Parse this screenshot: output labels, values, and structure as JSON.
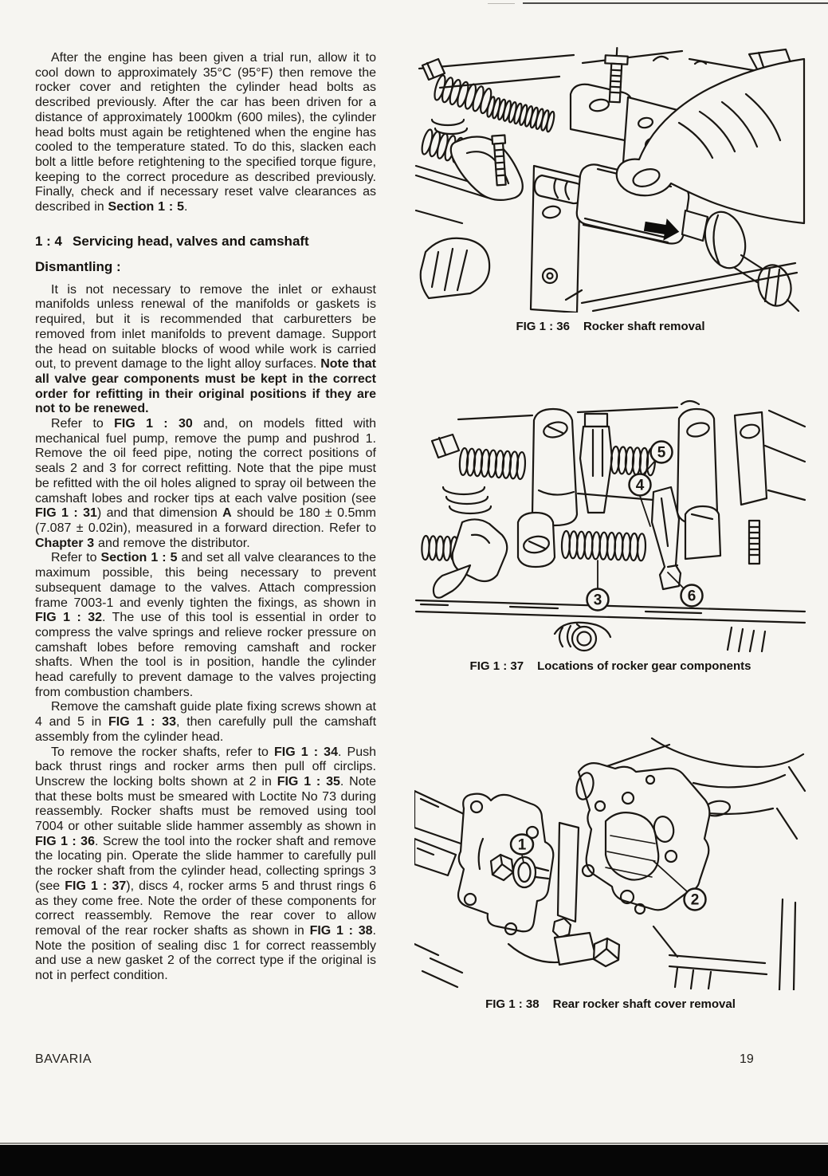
{
  "section": {
    "number": "1 : 4",
    "title": "Servicing head, valves and camshaft",
    "subtitle": "Dismantling :"
  },
  "article": {
    "paragraphs": [
      {
        "segments": [
          {
            "t": "After the engine has been given a trial run, allow it to cool down to approximately 35°C (95°F) then remove the rocker cover and retighten the cylinder head bolts as described previously. After the car has been driven for a distance of approximately 1000km (600 miles), the cylinder head bolts must again be retightened when the engine has cooled to the temperature stated. To do this, slacken each bolt a little before retightening to the specified torque figure, keeping to the correct procedure as described previously. Finally, check and if necessary reset valve clearances as described in "
          },
          {
            "t": "Section 1 : 5",
            "b": true
          },
          {
            "t": "."
          }
        ]
      },
      {
        "segments": [
          {
            "t": "It is not necessary to remove the inlet or exhaust manifolds unless renewal of the manifolds or gaskets is required, but it is recommended that carburetters be removed from inlet manifolds to prevent damage. Support the head on suitable blocks of wood while work is carried out, to prevent damage to the light alloy surfaces. "
          },
          {
            "t": "Note that all valve gear components must be kept in the correct order for refitting in their original positions if they are not to be renewed.",
            "b": true
          }
        ]
      },
      {
        "segments": [
          {
            "t": "Refer to "
          },
          {
            "t": "FIG 1 : 30",
            "b": true
          },
          {
            "t": " and, on models fitted with mechanical fuel pump, remove the pump and pushrod 1. Remove the oil feed pipe, noting the correct positions of seals 2 and 3 for correct refitting. Note that the pipe must be refitted with the oil holes aligned to spray oil between the camshaft lobes and rocker tips at each valve position (see "
          },
          {
            "t": "FIG 1 : 31",
            "b": true
          },
          {
            "t": ") and that dimension "
          },
          {
            "t": "A",
            "b": true
          },
          {
            "t": " should be 180 ± 0.5mm (7.087 ± 0.02in), measured in a forward direction. Refer to "
          },
          {
            "t": "Chapter 3",
            "b": true
          },
          {
            "t": " and remove the distributor."
          }
        ]
      },
      {
        "segments": [
          {
            "t": "Refer to "
          },
          {
            "t": "Section 1 : 5",
            "b": true
          },
          {
            "t": " and set all valve clearances to the maximum possible, this being necessary to prevent subsequent damage to the valves. Attach compression frame 7003-1 and evenly tighten the fixings, as shown in "
          },
          {
            "t": "FIG 1 : 32",
            "b": true
          },
          {
            "t": ". The use of this tool is essential in order to compress the valve springs and relieve rocker pressure on camshaft lobes before removing camshaft and rocker shafts. When the tool is in position, handle the cylinder head carefully to prevent damage to the valves projecting from combustion chambers."
          }
        ]
      },
      {
        "segments": [
          {
            "t": "Remove the camshaft guide plate fixing screws shown at 4 and 5 in "
          },
          {
            "t": "FIG 1 : 33",
            "b": true
          },
          {
            "t": ", then carefully pull the camshaft assembly from the cylinder head."
          }
        ]
      },
      {
        "segments": [
          {
            "t": "To remove the rocker shafts, refer to "
          },
          {
            "t": "FIG 1 : 34",
            "b": true
          },
          {
            "t": ". Push back thrust rings and rocker arms then pull off circlips. Unscrew the locking bolts shown at 2 in "
          },
          {
            "t": "FIG 1 : 35",
            "b": true
          },
          {
            "t": ". Note that these bolts must be smeared with Loctite No 73 during reassembly. Rocker shafts must be removed using tool 7004 or other suitable slide hammer assembly as shown in "
          },
          {
            "t": "FIG 1 : 36",
            "b": true
          },
          {
            "t": ". Screw the tool into the rocker shaft and remove the locating pin. Operate the slide hammer to carefully pull the rocker shaft from the cylinder head, collecting springs 3 (see "
          },
          {
            "t": "FIG 1 : 37",
            "b": true
          },
          {
            "t": "), discs 4, rocker arms 5 and thrust rings 6 as they come free. Note the order of these components for correct reassembly. Remove the rear cover to allow removal of the rear rocker shafts as shown in "
          },
          {
            "t": "FIG 1 : 38",
            "b": true
          },
          {
            "t": ". Note the position of sealing disc 1 for correct reassembly and use a new gasket 2 of the correct type if the original is not in perfect condition."
          }
        ]
      }
    ]
  },
  "figures": [
    {
      "label": "FIG 1 : 36",
      "title": "Rocker shaft removal",
      "callouts": []
    },
    {
      "label": "FIG 1 : 37",
      "title": "Locations of rocker gear components",
      "callouts": [
        "3",
        "4",
        "5",
        "6"
      ]
    },
    {
      "label": "FIG 1 : 38",
      "title": "Rear rocker shaft cover removal",
      "callouts": [
        "1",
        "2"
      ]
    }
  ],
  "footer": {
    "brand": "BAVARIA",
    "page_number": "19"
  },
  "colors": {
    "paper": "#f6f5f1",
    "ink": "#1a1713"
  }
}
